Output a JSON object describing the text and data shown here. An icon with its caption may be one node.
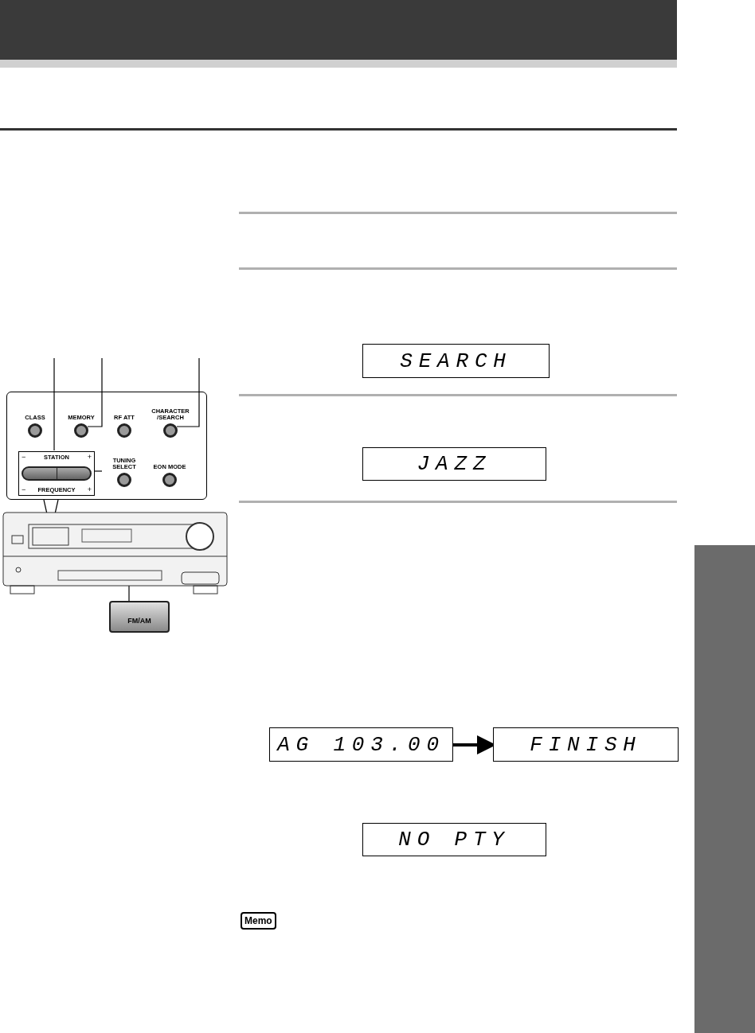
{
  "diagram": {
    "nodes": [
      {
        "text": [
          "SEARCH"
        ]
      },
      {
        "text": [
          "JAZZ"
        ]
      },
      {
        "text": [
          "AG 103.00"
        ]
      },
      {
        "text": [
          "FINISH"
        ]
      },
      {
        "text": [
          "NO PTY"
        ]
      },
      {
        "text": [],
        "shape": "box"
      },
      {
        "text": [
          "CLASS"
        ],
        "in": 5
      },
      {
        "text": [
          "MEMORY"
        ],
        "in": 5
      },
      {
        "text": [
          "RF ATT"
        ],
        "in": 5
      },
      {
        "text": [
          "CHARACTER /SEARCH"
        ],
        "in": 5
      },
      {
        "text": [
          "−",
          "STATION",
          "+",
          "−",
          "FREQUENCY",
          "+"
        ],
        "in": 5
      },
      {
        "text": [
          "TUNING SELECT"
        ],
        "in": 5
      },
      {
        "text": [
          "EON MODE"
        ],
        "in": 5
      },
      {
        "text": [],
        "shape": "picture"
      },
      {
        "text": [
          "FM/AM"
        ]
      },
      {
        "text": [],
        "shape": "bar"
      }
    ],
    "edges": [
      {
        "from": 2,
        "to": 3,
        "arrow": "to",
        "style": "thick"
      },
      {
        "from": null,
        "to": 10,
        "arrow": "none"
      },
      {
        "from": null,
        "to": 7,
        "arrow": "none"
      },
      {
        "from": null,
        "to": 9,
        "arrow": "none"
      },
      {
        "from": 11,
        "to": 10,
        "arrow": "none"
      },
      {
        "from": 13,
        "to": 5,
        "arrow": "none"
      },
      {
        "from": 13,
        "to": 14,
        "arrow": "none"
      }
    ],
    "labels": [
      "Memo"
    ]
  }
}
